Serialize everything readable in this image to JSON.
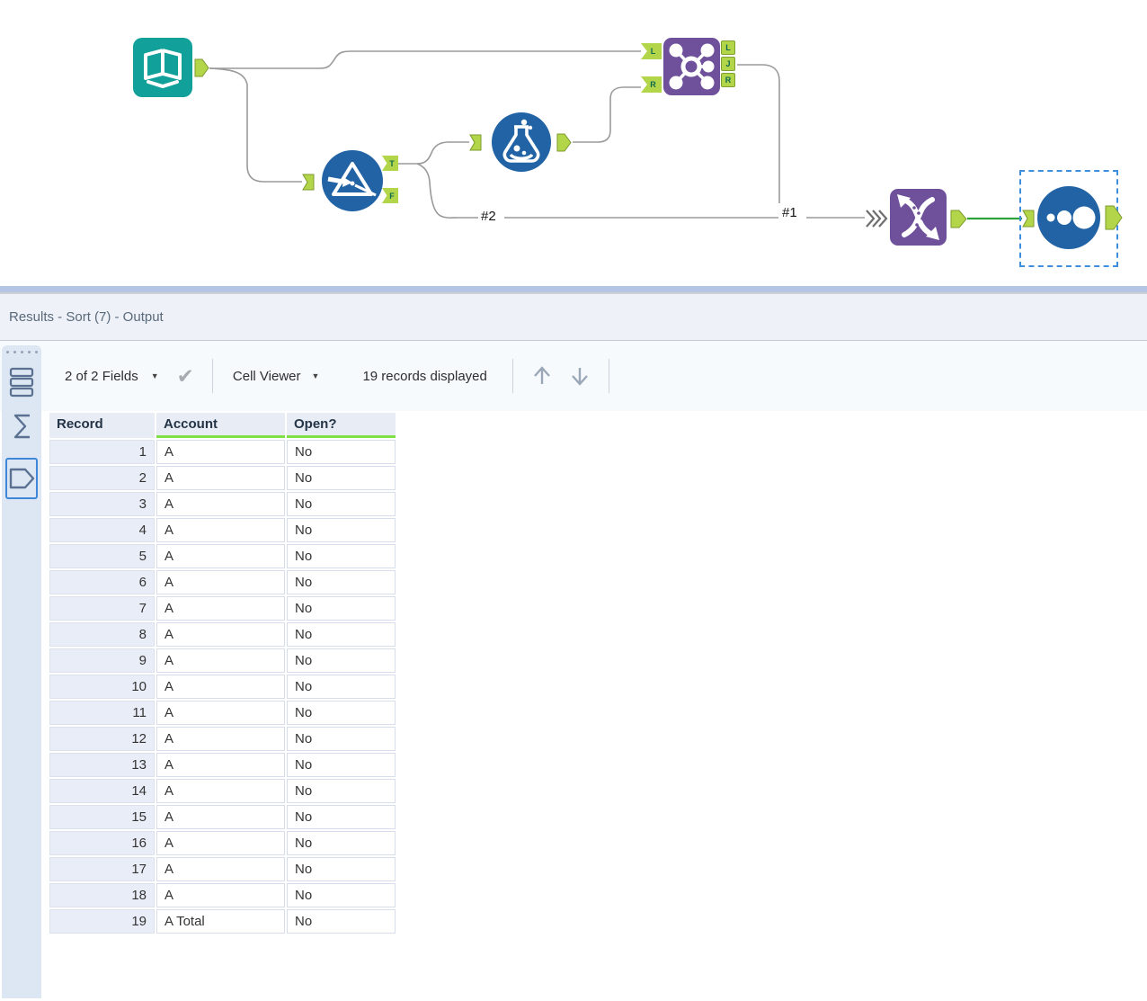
{
  "colors": {
    "tool_teal": "#11a09a",
    "tool_blue": "#2163a4",
    "tool_purple": "#6e509b",
    "anchor_green": "#b2d549",
    "anchor_letter": "#0e6950",
    "wire_gray": "#9a9a9a",
    "wire_green": "#2da33c",
    "selection_blue": "#3e8ede",
    "header_underline_green": "#7ee045",
    "splitter_blue": "#b4c6e3"
  },
  "canvas": {
    "tools": [
      {
        "name": "input-data"
      },
      {
        "name": "filter"
      },
      {
        "name": "formula"
      },
      {
        "name": "join"
      },
      {
        "name": "union"
      },
      {
        "name": "browse",
        "selected": true
      }
    ],
    "anchor_letters": {
      "filter_true": "T",
      "filter_false": "F",
      "left": "L",
      "join": "J",
      "right": "R"
    },
    "wire_labels": {
      "first": "#1",
      "second": "#2"
    }
  },
  "results": {
    "title": "Results - Sort (7) - Output",
    "toolbar": {
      "fields_dropdown": "2 of 2 Fields",
      "caret_icon": "▼",
      "check_icon": "✔",
      "cell_viewer_dropdown": "Cell Viewer",
      "records_status": "19 records displayed"
    },
    "table": {
      "columns": [
        "Record",
        "Account",
        "Open?"
      ],
      "rows": [
        {
          "record": "1",
          "account": "A",
          "open": "No"
        },
        {
          "record": "2",
          "account": "A",
          "open": "No"
        },
        {
          "record": "3",
          "account": "A",
          "open": "No"
        },
        {
          "record": "4",
          "account": "A",
          "open": "No"
        },
        {
          "record": "5",
          "account": "A",
          "open": "No"
        },
        {
          "record": "6",
          "account": "A",
          "open": "No"
        },
        {
          "record": "7",
          "account": "A",
          "open": "No"
        },
        {
          "record": "8",
          "account": "A",
          "open": "No"
        },
        {
          "record": "9",
          "account": "A",
          "open": "No"
        },
        {
          "record": "10",
          "account": "A",
          "open": "No"
        },
        {
          "record": "11",
          "account": "A",
          "open": "No"
        },
        {
          "record": "12",
          "account": "A",
          "open": "No"
        },
        {
          "record": "13",
          "account": "A",
          "open": "No"
        },
        {
          "record": "14",
          "account": "A",
          "open": "No"
        },
        {
          "record": "15",
          "account": "A",
          "open": "No"
        },
        {
          "record": "16",
          "account": "A",
          "open": "No"
        },
        {
          "record": "17",
          "account": "A",
          "open": "No"
        },
        {
          "record": "18",
          "account": "A",
          "open": "No"
        },
        {
          "record": "19",
          "account": "A Total",
          "open": "No"
        }
      ]
    }
  }
}
